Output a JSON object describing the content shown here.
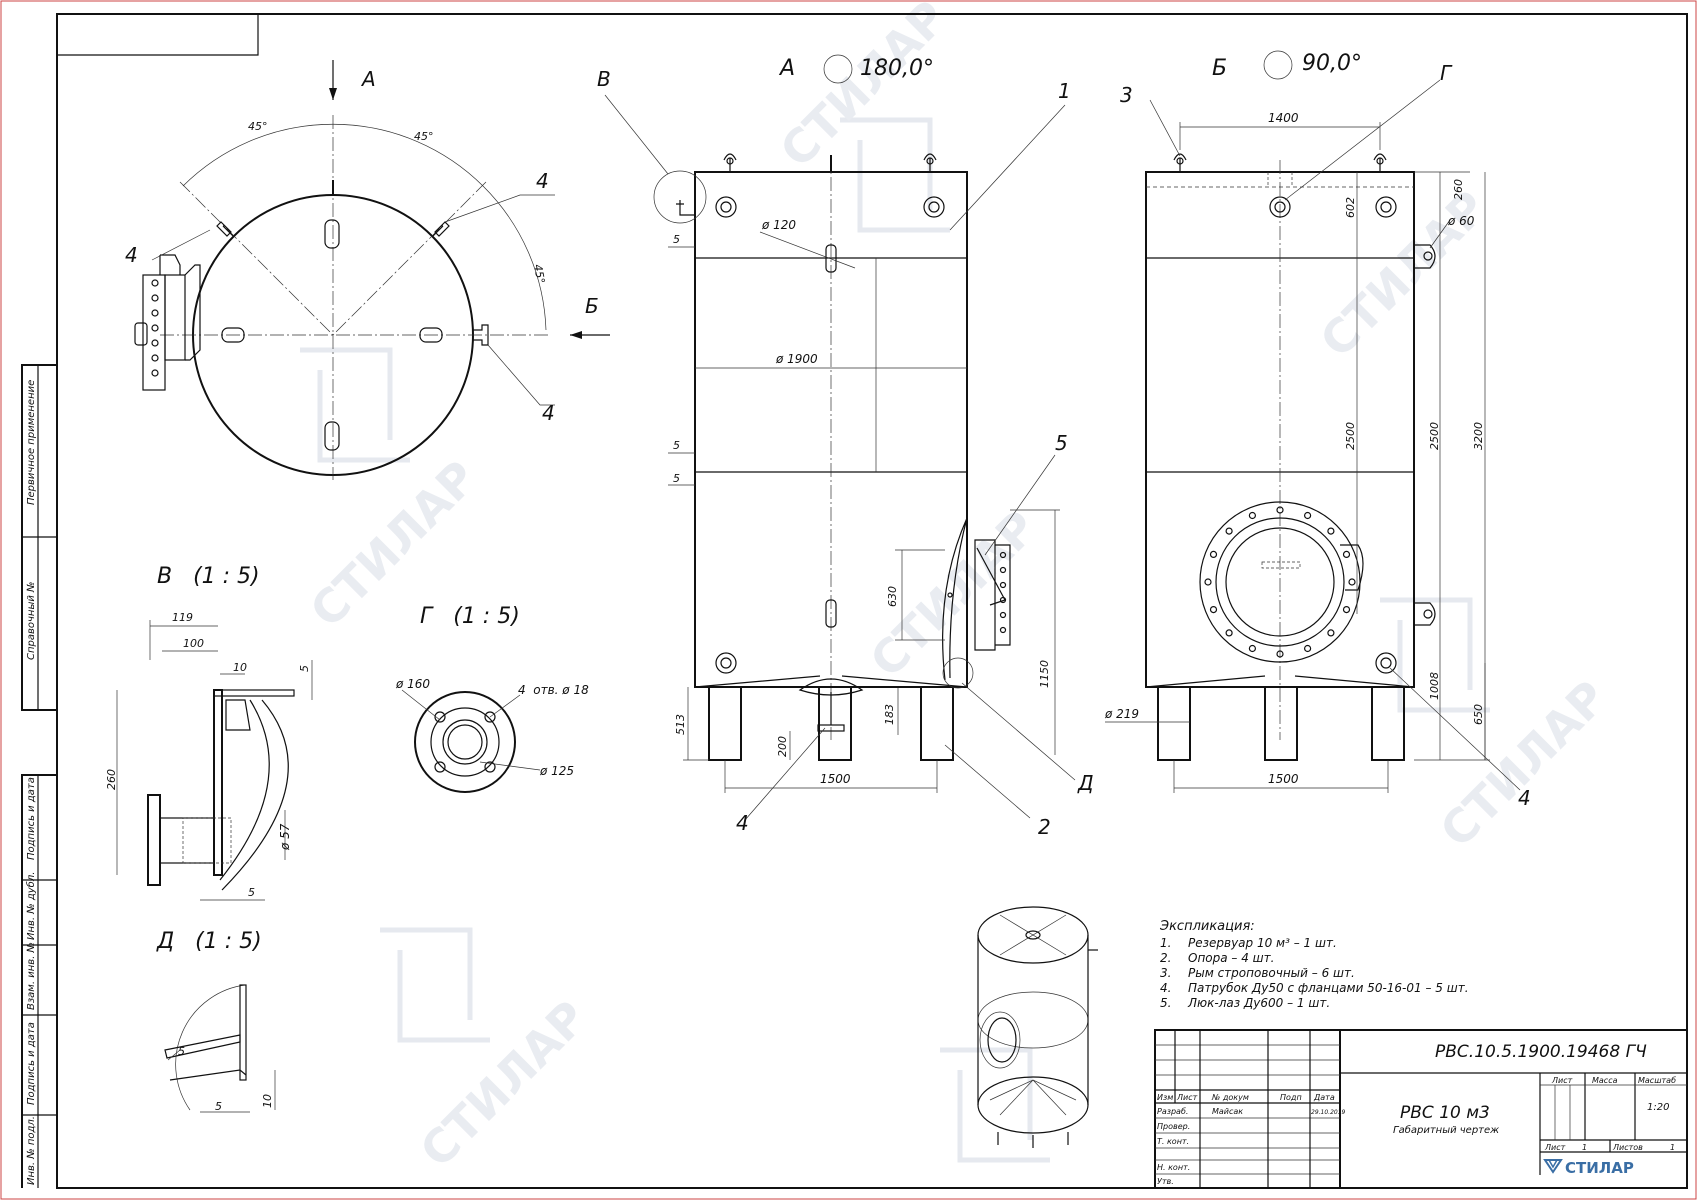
{
  "views": {
    "top": {
      "arrow_a": "А",
      "arrow_b": "Б",
      "angle_1": "45°",
      "angle_2": "45°",
      "angle_3": "45°",
      "lbl_4a": "4",
      "lbl_4b": "4",
      "lbl_4c": "4"
    },
    "front": {
      "view_name": "А",
      "angle": "180,0°",
      "lbl_v": "В",
      "lbl_1": "1",
      "lbl_5": "5",
      "lbl_4": "4",
      "lbl_2": "2",
      "lbl_d": "Д",
      "dim_5a": "5",
      "dim_5b": "5",
      "dim_5c": "5",
      "dim_d120": "ø 120",
      "dim_d1900": "ø 1900",
      "dim_630": "630",
      "dim_1150": "1150",
      "dim_513": "513",
      "dim_183": "183",
      "dim_200": "200",
      "dim_1500": "1500"
    },
    "side": {
      "view_name": "Б",
      "angle": "90,0°",
      "lbl_3": "3",
      "lbl_g": "Г",
      "lbl_4": "4",
      "dim_1400": "1400",
      "dim_602": "602",
      "dim_260": "260",
      "dim_d60": "ø 60",
      "dim_2500a": "2500",
      "dim_2500b": "2500",
      "dim_3200": "3200",
      "dim_1008": "1008",
      "dim_650": "650",
      "dim_d219": "ø 219",
      "dim_1500": "1500"
    },
    "detail_v": {
      "title": "В   (1 : 5)",
      "dim_119": "119",
      "dim_100": "100",
      "dim_10": "10",
      "dim_5a": "5",
      "dim_260": "260",
      "dim_d57": "ø 57",
      "dim_5b": "5"
    },
    "detail_g": {
      "title": "Г   (1 : 5)",
      "dim_d160": "ø 160",
      "dim_holes": "4  отв. ø 18",
      "dim_d125": "ø 125"
    },
    "detail_d": {
      "title": "Д   (1 : 5)",
      "dim_5a": "5",
      "dim_5b": "5",
      "dim_10": "10"
    }
  },
  "explication": {
    "title": "Экспликация:",
    "items": [
      {
        "num": "1.",
        "text": "Резервуар 10 м³ – 1 шт."
      },
      {
        "num": "2.",
        "text": "Опора – 4 шт."
      },
      {
        "num": "3.",
        "text": "Рым строповочный – 6 шт."
      },
      {
        "num": "4.",
        "text": "Патрубок Ду50 с фланцами 50-16-01 – 5 шт."
      },
      {
        "num": "5.",
        "text": "Люк-лаз Ду600 – 1 шт."
      }
    ]
  },
  "side_strip": {
    "first_use": "Первичное применение",
    "ref_no": "Справочный №",
    "sign_date_1": "Подпись и дата",
    "dup_inv": "Инв. № дубл.",
    "interch_inv": "Взам. инв. №",
    "sign_date_2": "Подпись и дата",
    "orig_inv": "Инв. № подл."
  },
  "title_block": {
    "doc_code": "РВС.10.5.1900.19468 ГЧ",
    "name": "РВС 10 м3",
    "subtitle": "Габаритный чертеж",
    "col_izm": "Изм",
    "col_list": "Лист",
    "col_doc": "№ докум",
    "col_sign": "Подп",
    "col_date": "Дата",
    "row_razrab": "Разраб.",
    "row_prover": "Провер.",
    "row_tkont": "Т. конт.",
    "row_nkont": "Н. конт.",
    "row_utv": "Утв.",
    "author": "Майсак",
    "date": "29.10.2019",
    "hdr_list": "Лист",
    "hdr_mass": "Масса",
    "hdr_scale": "Масштаб",
    "scale": "1:20",
    "sheet_label": "Лист",
    "sheet_no": "1",
    "sheets_label": "Листов",
    "sheets_no": "1",
    "company": "СТИЛАР"
  },
  "watermark": "СТИЛАР"
}
